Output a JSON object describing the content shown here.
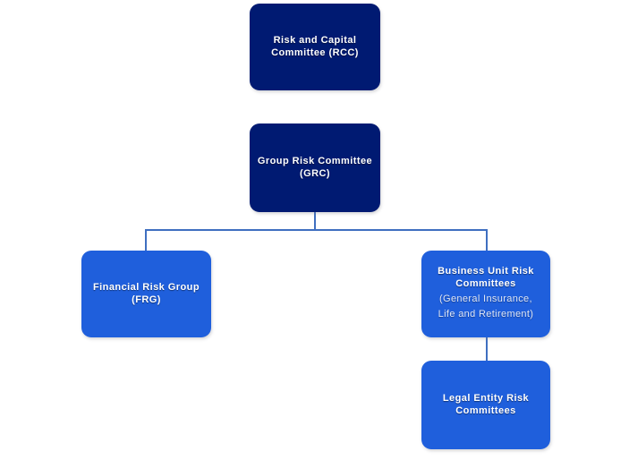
{
  "diagram": {
    "type": "organizational-hierarchy",
    "background_color": "#ffffff",
    "colors": {
      "navy": "#001a72",
      "royal_blue": "#1f5fdc",
      "connector": "#3f6fc0",
      "text": "#ffffff",
      "subtitle_text": "#dfe7f8"
    },
    "nodes": {
      "rcc": {
        "title": "Risk and Capital\nCommittee (RCC)",
        "subtitle": "",
        "level": 1,
        "color": "#001a72"
      },
      "grc": {
        "title": "Group Risk Committee\n(GRC)",
        "subtitle": "",
        "level": 2,
        "color": "#001a72"
      },
      "frg": {
        "title": "Financial Risk Group\n(FRG)",
        "subtitle": "",
        "level": 3,
        "color": "#1f5fdc"
      },
      "burc": {
        "title": "Business Unit Risk\nCommittees",
        "subtitle": "(General Insurance,\nLife and Retirement)",
        "level": 3,
        "color": "#1f5fdc"
      },
      "lerc": {
        "title": "Legal Entity Risk\nCommittees",
        "subtitle": "",
        "level": 4,
        "color": "#1f5fdc"
      }
    },
    "connections": [
      {
        "from": "grc",
        "to": "frg",
        "style": "elbow"
      },
      {
        "from": "grc",
        "to": "burc",
        "style": "elbow"
      },
      {
        "from": "burc",
        "to": "lerc",
        "style": "straight"
      }
    ]
  }
}
